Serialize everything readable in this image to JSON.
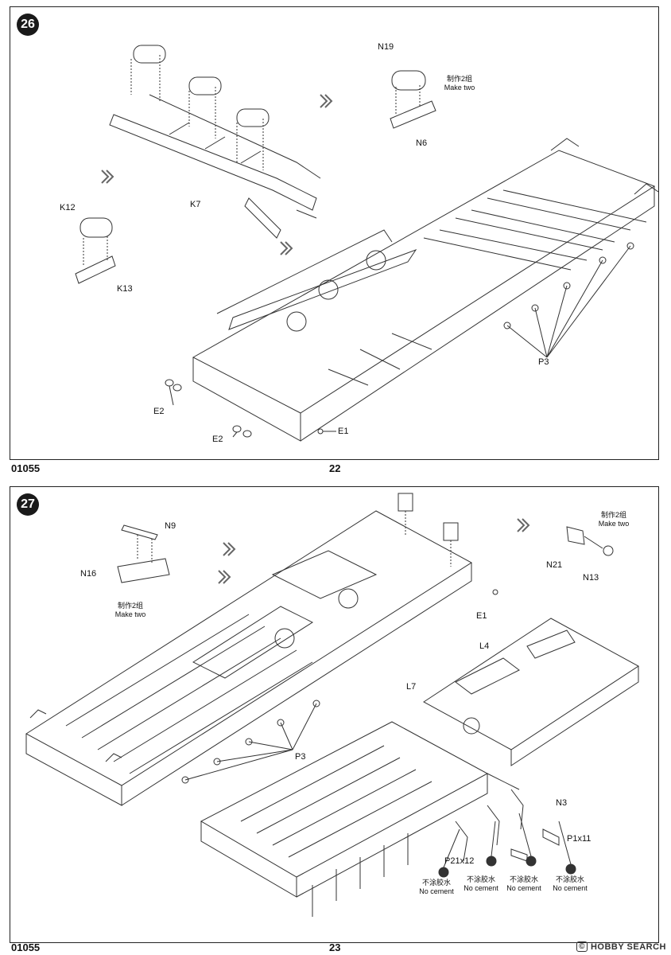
{
  "pages": {
    "top": {
      "step": "26",
      "labels": {
        "n19": "N19",
        "make_two_cn": "制作2组",
        "make_two_en": "Make two",
        "n6": "N6",
        "k7": "K7",
        "k12": "K12",
        "k13": "K13",
        "p3": "P3",
        "e2_a": "E2",
        "e2_b": "E2",
        "e1": "E1"
      },
      "footer_code": "01055",
      "page_number": "22"
    },
    "bottom": {
      "step": "27",
      "labels": {
        "n9": "N9",
        "n16": "N16",
        "make_two_cn_left": "制作2组",
        "make_two_en_left": "Make two",
        "make_two_cn_right": "制作2组",
        "make_two_en_right": "Make two",
        "n21": "N21",
        "n13": "N13",
        "e1": "E1",
        "l4": "L4",
        "l7": "L7",
        "p3": "P3",
        "n3": "N3",
        "p1x11": "P1x11",
        "p21x12": "P21x12",
        "no_cement_cn": "不涂胶水",
        "no_cement_en": "No cement"
      },
      "footer_code": "01055",
      "page_number": "23"
    }
  },
  "watermark": {
    "logo": "©",
    "text": "HOBBY SEARCH"
  }
}
